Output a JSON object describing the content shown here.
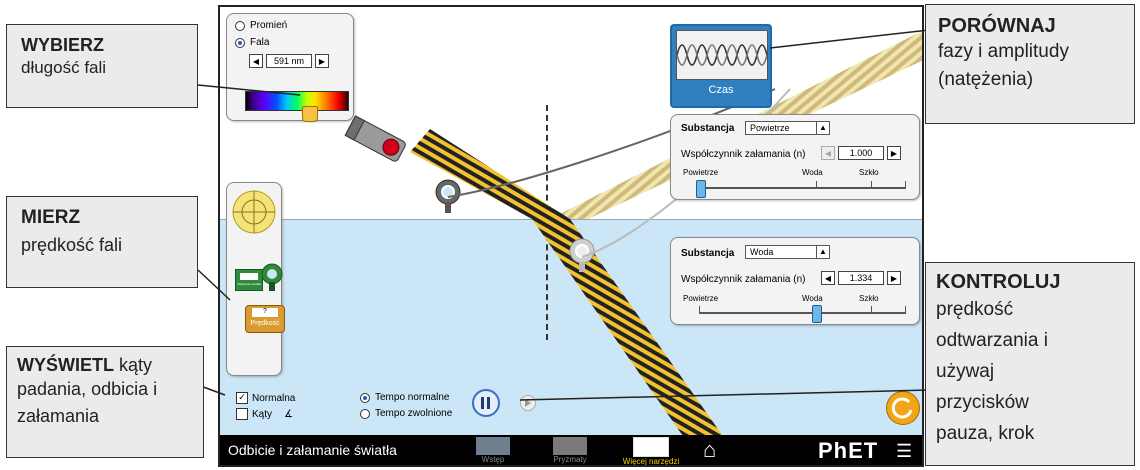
{
  "sim": {
    "title": "Odbicie i załamanie światła",
    "wave_panel": {
      "option_ray": "Promień",
      "option_wave": "Fala",
      "wavelength": "591 nm"
    },
    "time_tool": {
      "label": "Czas"
    },
    "upper_medium": {
      "label": "Substancja",
      "selected": "Powietrze",
      "n_label": "Współczynnik załamania (n)",
      "n_value": "1.000",
      "ticks": [
        "Powietrze",
        "Woda",
        "Szkło"
      ]
    },
    "lower_medium": {
      "label": "Substancja",
      "selected": "Woda",
      "n_label": "Współczynnik załamania (n)",
      "n_value": "1.334",
      "ticks": [
        "Powietrze",
        "Woda",
        "Szkło"
      ]
    },
    "toolbox": {
      "speed_label": "Prędkość",
      "speed_value": "?",
      "sensor_label": "Natężenie światła"
    },
    "options": {
      "normal": "Normalna",
      "angles": "Kąty"
    },
    "speed": {
      "normal": "Tempo normalne",
      "slow": "Tempo zwolnione"
    },
    "nav": {
      "intro": "Wstęp",
      "prisms": "Pryzmaty",
      "more_tools": "Więcej narzędzi",
      "logo": "PhET"
    }
  },
  "callouts": {
    "choose": {
      "head": "WYBIERZ",
      "body": "długość fali"
    },
    "compare": {
      "head": "PORÓWNAJ",
      "body": "fazy i amplitudy (natężenia)"
    },
    "measure": {
      "head": "MIERZ",
      "body": "prędkość fali"
    },
    "display": {
      "head": "WYŚWIETL",
      "body_inline": " kąty",
      "body": "padania, odbicia i załamania"
    },
    "control": {
      "head": "KONTROLUJ",
      "body": "prędkość odtwarzania i używaj przycisków pauza, krok"
    }
  },
  "colors": {
    "water": "#cbe6f6",
    "beam": "#f2c12e",
    "accent": "#1a5fb4",
    "toolbar": "#000000"
  }
}
